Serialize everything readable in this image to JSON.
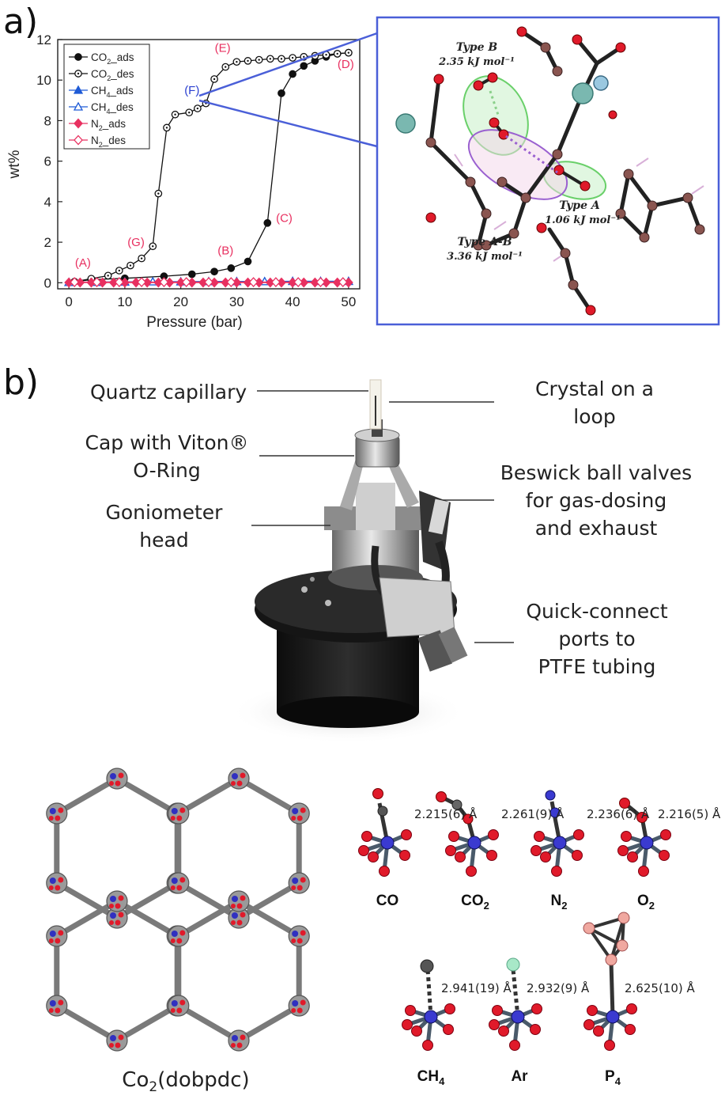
{
  "panel_a_label": "a)",
  "panel_b_label": "b)",
  "chart_data": {
    "type": "line",
    "xlabel": "Pressure (bar)",
    "ylabel": "wt%",
    "xlim": [
      -2,
      52
    ],
    "ylim": [
      -0.3,
      12
    ],
    "xticks": [
      0,
      10,
      20,
      30,
      40,
      50
    ],
    "yticks": [
      0,
      2,
      4,
      6,
      8,
      10,
      12
    ],
    "legend_position": "top-left",
    "series": [
      {
        "name": "CO2_ads",
        "name_html": "CO<sub>2</sub>_ads",
        "color": "#111111",
        "marker": "filled-circle",
        "x": [
          1,
          4,
          10,
          17,
          22,
          26,
          29,
          32,
          35.5,
          38,
          40,
          42,
          44,
          46,
          48,
          50
        ],
        "y": [
          0.05,
          0.15,
          0.22,
          0.32,
          0.42,
          0.55,
          0.72,
          1.05,
          2.95,
          9.35,
          10.3,
          10.7,
          10.95,
          11.15,
          11.3,
          11.35
        ]
      },
      {
        "name": "CO2_des",
        "name_html": "CO<sub>2</sub>_des",
        "color": "#111111",
        "marker": "open-circle",
        "x": [
          50,
          48,
          46,
          44,
          42,
          40,
          38,
          36,
          34,
          32,
          30,
          28,
          26,
          24.5,
          23,
          21.5,
          19,
          17.5,
          16,
          15,
          13,
          11,
          9,
          7,
          4,
          1
        ],
        "y": [
          11.35,
          11.3,
          11.25,
          11.2,
          11.15,
          11.1,
          11.05,
          11.05,
          11.0,
          10.95,
          10.9,
          10.65,
          10.05,
          8.85,
          8.6,
          8.4,
          8.3,
          7.65,
          4.4,
          1.8,
          1.2,
          0.85,
          0.6,
          0.35,
          0.2,
          0.05
        ]
      },
      {
        "name": "CH4_ads",
        "name_html": "CH<sub>4</sub>_ads",
        "color": "#1f5bd6",
        "marker": "filled-triangle",
        "x": [
          0,
          5,
          10,
          15,
          20,
          25,
          30,
          35,
          40,
          45,
          50
        ],
        "y": [
          0.02,
          0.03,
          0.04,
          0.05,
          0.05,
          0.06,
          0.06,
          0.06,
          0.07,
          0.07,
          0.07
        ]
      },
      {
        "name": "CH4_des",
        "name_html": "CH<sub>4</sub>_des",
        "color": "#1f5bd6",
        "marker": "open-triangle",
        "x": [
          50,
          45,
          40,
          35,
          30,
          25,
          20,
          15,
          10,
          5,
          0
        ],
        "y": [
          0.07,
          0.07,
          0.07,
          0.06,
          0.06,
          0.06,
          0.05,
          0.05,
          0.04,
          0.03,
          0.02
        ]
      },
      {
        "name": "N2_ads",
        "name_html": "N<sub>2</sub>_ads",
        "color": "#e83060",
        "marker": "filled-diamond",
        "x": [
          0,
          2,
          4,
          6,
          8,
          10,
          12,
          14,
          16,
          18,
          20,
          22,
          24,
          26,
          28,
          30,
          32,
          34,
          36,
          38,
          40,
          42,
          44,
          46,
          48,
          50
        ],
        "y": [
          0.01,
          0.01,
          0.01,
          0.01,
          0.01,
          0.01,
          0.01,
          0.01,
          0.01,
          0.01,
          0.01,
          0.01,
          0.01,
          0.01,
          0.01,
          0.01,
          0.01,
          0.01,
          0.01,
          0.01,
          0.01,
          0.01,
          0.01,
          0.01,
          0.01,
          0.01
        ]
      },
      {
        "name": "N2_des",
        "name_html": "N<sub>2</sub>_des",
        "color": "#e83060",
        "marker": "open-diamond",
        "x": [
          49,
          45,
          41,
          37,
          33,
          29,
          25,
          21,
          17,
          13,
          9,
          5,
          1
        ],
        "y": [
          0.03,
          0.03,
          0.03,
          0.03,
          0.03,
          0.03,
          0.03,
          0.03,
          0.03,
          0.03,
          0.03,
          0.03,
          0.03
        ]
      }
    ],
    "annotations": [
      {
        "text": "(A)",
        "x": 2.5,
        "y": 0.8,
        "color": "#e83060"
      },
      {
        "text": "(G)",
        "x": 12,
        "y": 1.8,
        "color": "#e83060"
      },
      {
        "text": "(B)",
        "x": 28,
        "y": 1.4,
        "color": "#e83060"
      },
      {
        "text": "(C)",
        "x": 38.5,
        "y": 3.0,
        "color": "#e83060"
      },
      {
        "text": "(D)",
        "x": 49.5,
        "y": 10.6,
        "color": "#e83060"
      },
      {
        "text": "(E)",
        "x": 27.5,
        "y": 11.4,
        "color": "#e83060"
      },
      {
        "text": "(F)",
        "x": 22,
        "y": 9.3,
        "color": "#2a3fd0"
      }
    ]
  },
  "inset": {
    "type_b_title": "Type B",
    "type_b_energy": "2.35 kJ mol⁻¹",
    "type_a_title": "Type A",
    "type_a_energy": "1.06 kJ mol⁻¹",
    "type_ab_title": "Type A-B",
    "type_ab_energy": "3.36 kJ mol⁻¹"
  },
  "callouts": {
    "quartz": "Quartz capillary",
    "crystal_1": "Crystal on a",
    "crystal_2": "loop",
    "cap_1": "Cap with Viton®",
    "cap_2": "O-Ring",
    "gonio_1": "Goniometer",
    "gonio_2": "head",
    "beswick_1": "Beswick ball valves",
    "beswick_2": "for gas-dosing",
    "beswick_3": "and exhaust",
    "quick_1": "Quick-connect",
    "quick_2": "ports to",
    "quick_3": "PTFE tubing"
  },
  "framework_name": "Co₂(dobpdc)",
  "framework_name_main": "Co",
  "framework_name_sub": "2",
  "framework_name_tail": "(dobpdc)",
  "molecules": [
    {
      "formula_main": "CO",
      "formula_sub": "",
      "distance": "2.215(6) Å"
    },
    {
      "formula_main": "CO",
      "formula_sub": "2",
      "distance": "2.261(9) Å"
    },
    {
      "formula_main": "N",
      "formula_sub": "2",
      "distance": "2.236(6) Å"
    },
    {
      "formula_main": "O",
      "formula_sub": "2",
      "distance": "2.216(5) Å"
    },
    {
      "formula_main": "CH",
      "formula_sub": "4",
      "distance": "2.941(19) Å"
    },
    {
      "formula_main": "Ar",
      "formula_sub": "",
      "distance": "2.932(9) Å"
    },
    {
      "formula_main": "P",
      "formula_sub": "4",
      "distance": "2.625(10) Å"
    }
  ],
  "colors": {
    "red": "#e83060",
    "blue": "#2a3fd0",
    "frame": "#4a5fd8"
  }
}
